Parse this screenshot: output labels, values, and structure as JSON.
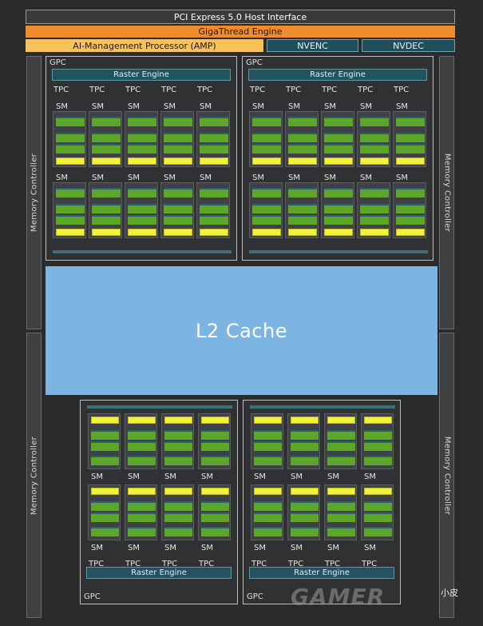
{
  "header": {
    "pcie": "PCI Express 5.0 Host Interface",
    "gigathread": "GigaThread Engine",
    "amp": "AI-Management Processor (AMP)",
    "nvenc": "NVENC",
    "nvdec": "NVDEC"
  },
  "memory_controller": {
    "label": "Memory Controller"
  },
  "l2": {
    "label": "L2 Cache"
  },
  "gpc": {
    "label": "GPC",
    "raster_label": "Raster Engine",
    "tpc_label": "TPC",
    "sm_label": "SM"
  },
  "watermark": {
    "text": "GAMER",
    "corner_text": "小皮"
  },
  "colors": {
    "gigathread": "#f08c2a",
    "amp": "#f7c25a",
    "raster": "#24535f",
    "l2": "#7cb4e2",
    "cuda_core": "#5ea62a",
    "tex_unit": "#f2f23c"
  }
}
